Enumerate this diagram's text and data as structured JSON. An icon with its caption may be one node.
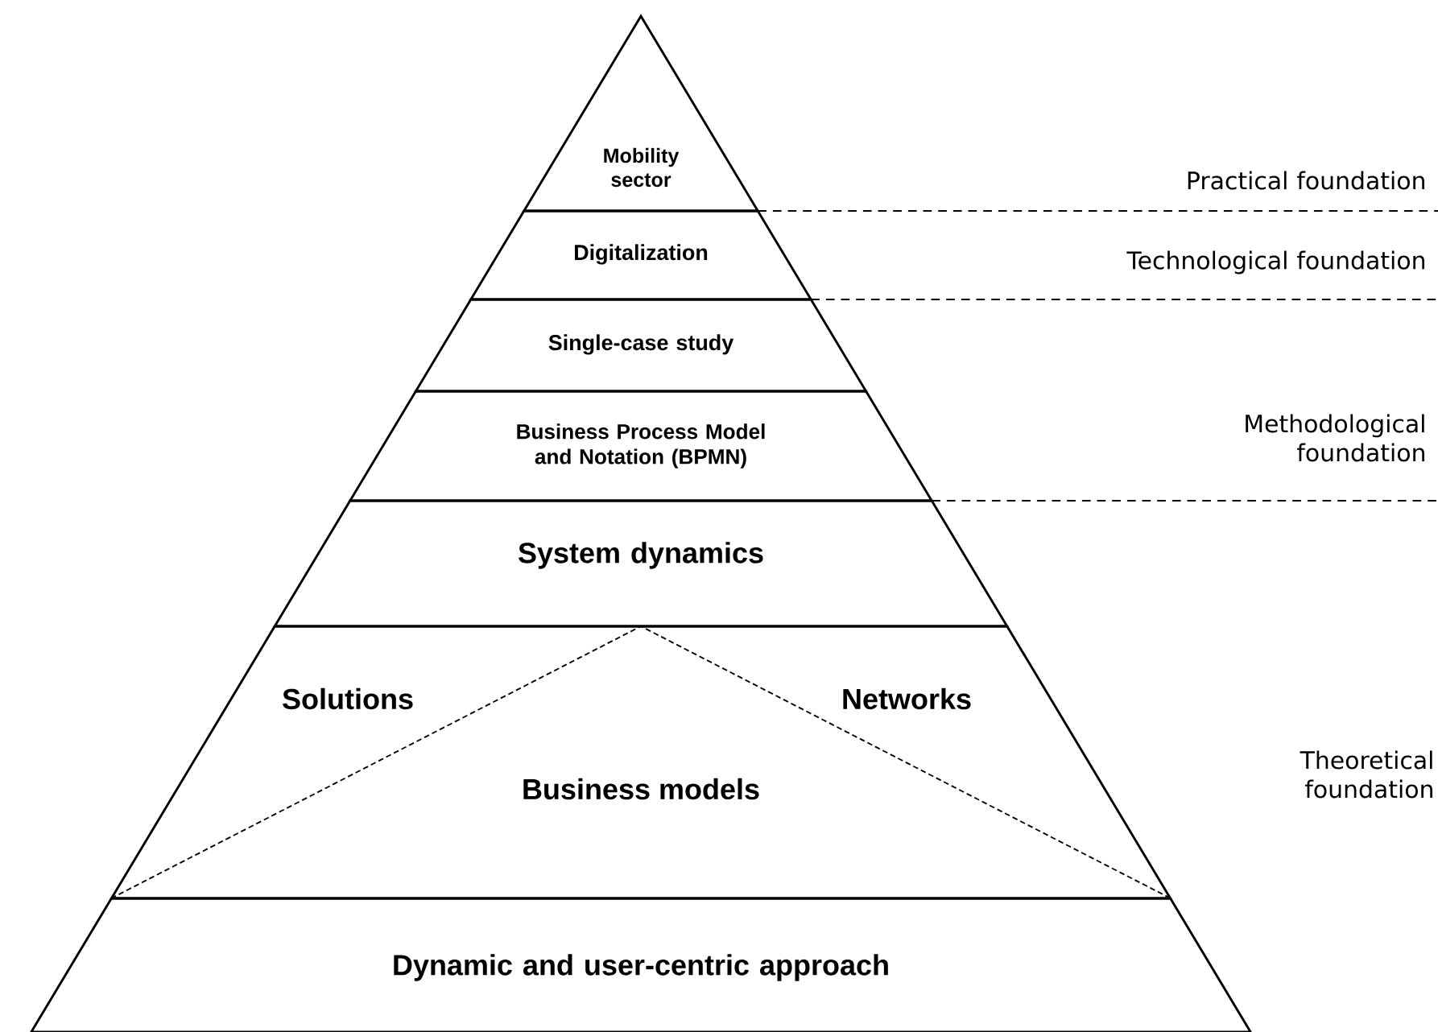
{
  "diagram": {
    "nodes": [
      {
        "text": [
          "Mobility sector"
        ]
      },
      {
        "text": [
          "Digitalization"
        ]
      },
      {
        "text": [
          "Single-case study"
        ]
      },
      {
        "text": [
          "Business Process Model and Notation (BPMN)"
        ]
      },
      {
        "text": [
          "System dynamics"
        ]
      },
      {
        "text": [
          "Solutions",
          "Networks"
        ]
      },
      {
        "text": [
          "Business models"
        ],
        "in": 5
      },
      {
        "text": [
          "Dynamic and user-centric approach"
        ]
      }
    ],
    "labels": [
      "Practical foundation",
      "Technological foundation",
      "Methodological foundation",
      "Theoretical foundation"
    ]
  }
}
